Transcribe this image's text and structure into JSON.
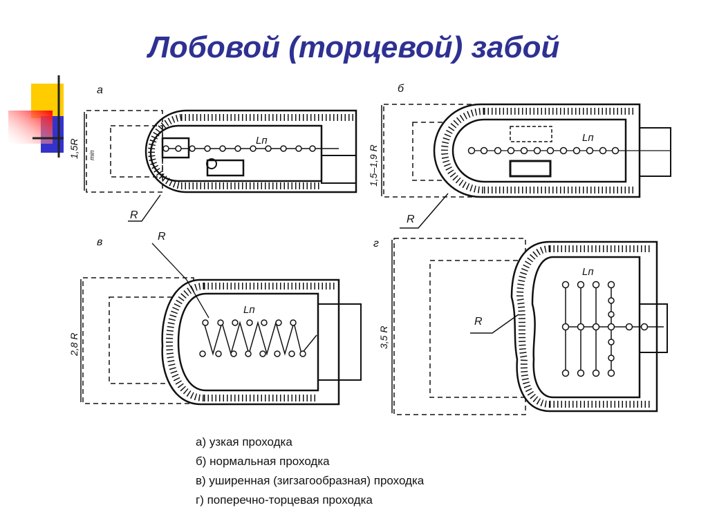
{
  "title": "Лобовой (торцевой) забой",
  "diagram": {
    "panels": [
      {
        "letter": "а",
        "dimension": "1,5R",
        "dimension_sub": "min",
        "radius_label": "R",
        "length_label": "Lп"
      },
      {
        "letter": "б",
        "dimension": "1,5–1,9 R",
        "radius_label": "R",
        "length_label": "Lп"
      },
      {
        "letter": "в",
        "dimension": "2,8 R",
        "radius_label": "R",
        "length_label": "Lп"
      },
      {
        "letter": "г",
        "dimension": "3,5 R",
        "radius_label": "R",
        "length_label": "Lп"
      }
    ]
  },
  "legend": [
    "а) узкая проходка",
    "б) нормальная проходка",
    "в) уширенная (зигзагообразная) проходка",
    "г) поперечно-торцевая проходка"
  ],
  "colors": {
    "title": "#2e3192",
    "deco_yellow": "#ffcc00",
    "deco_blue": "#3333cc",
    "deco_red": "#ff0000"
  }
}
